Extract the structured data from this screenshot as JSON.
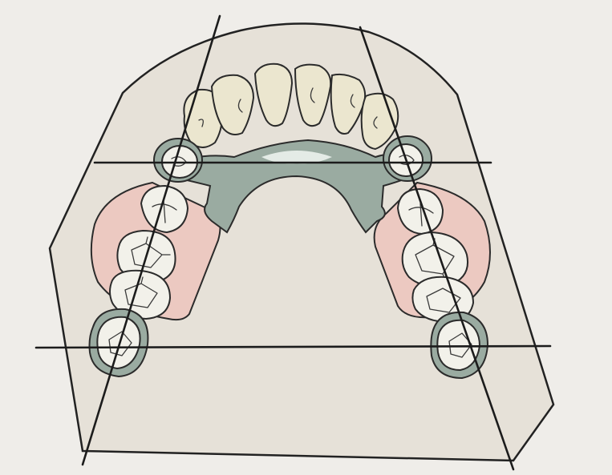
{
  "figure": {
    "colors": {
      "page_background": "#efede9",
      "cast_base": "#e6e1d8",
      "outline": "#2b2b2b",
      "tooth_enamel": "#f2f1ea",
      "anterior_tooth": "#ebe6cf",
      "metal_framework": "#9aaba1",
      "metal_highlight": "#e4ebe6",
      "acrylic_saddle": "#ecc9c1",
      "survey_lines": "#1c1c1c"
    },
    "elements": {
      "cast": "maxillary-cast",
      "framework": "palatal-strap-connector",
      "saddles": [
        "left-acrylic-saddle",
        "right-acrylic-saddle"
      ],
      "lines": [
        "horizontal-line-upper",
        "horizontal-line-lower",
        "diagonal-line-left",
        "diagonal-line-right"
      ]
    }
  }
}
